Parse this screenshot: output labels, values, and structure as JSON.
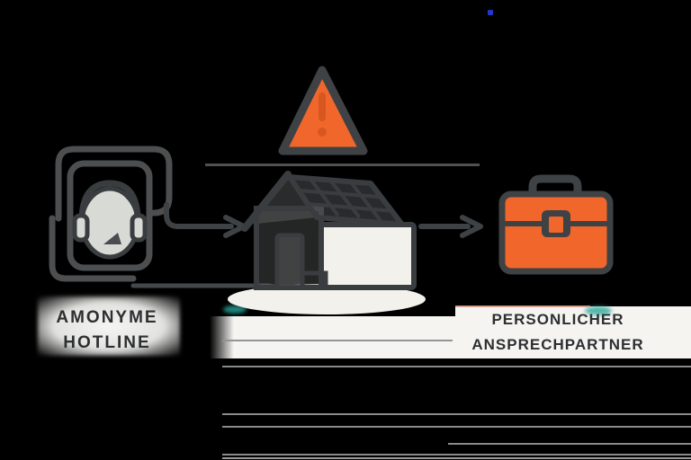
{
  "diagram": {
    "title": "anonymous-hotline-vs-personal-contact flow",
    "nodes": [
      {
        "id": "hotline",
        "icon": "support-agent-speech-bubble-icon",
        "label_line1": "AMONYME",
        "label_line2": "HOTLINE"
      },
      {
        "id": "house",
        "icon": "house-solar-roof-icon",
        "alert_icon": "warning-triangle-icon"
      },
      {
        "id": "partner",
        "icon": "briefcase-icon",
        "label_line1": "PERSONLICHER",
        "label_line2": "ANSPRECHPARTNER"
      }
    ],
    "connections": [
      {
        "from": "hotline",
        "to": "house",
        "type": "arrow-right"
      },
      {
        "from": "house",
        "to": "partner",
        "type": "arrow-right"
      }
    ],
    "colors": {
      "background": "#000000",
      "accent_orange": "#F1662B",
      "exclamation_orange": "#D4541E",
      "outline_dark": "#3E4245",
      "bubble_gray": "#4C4E50",
      "light_fill": "#F2F1EB",
      "text": "#2D2F31",
      "rule_gray": "#8A8A8A",
      "blue_mark": "#2236C8",
      "teal_artifact": "#2AA79B",
      "pink_artifact": "#DFA08B"
    }
  }
}
